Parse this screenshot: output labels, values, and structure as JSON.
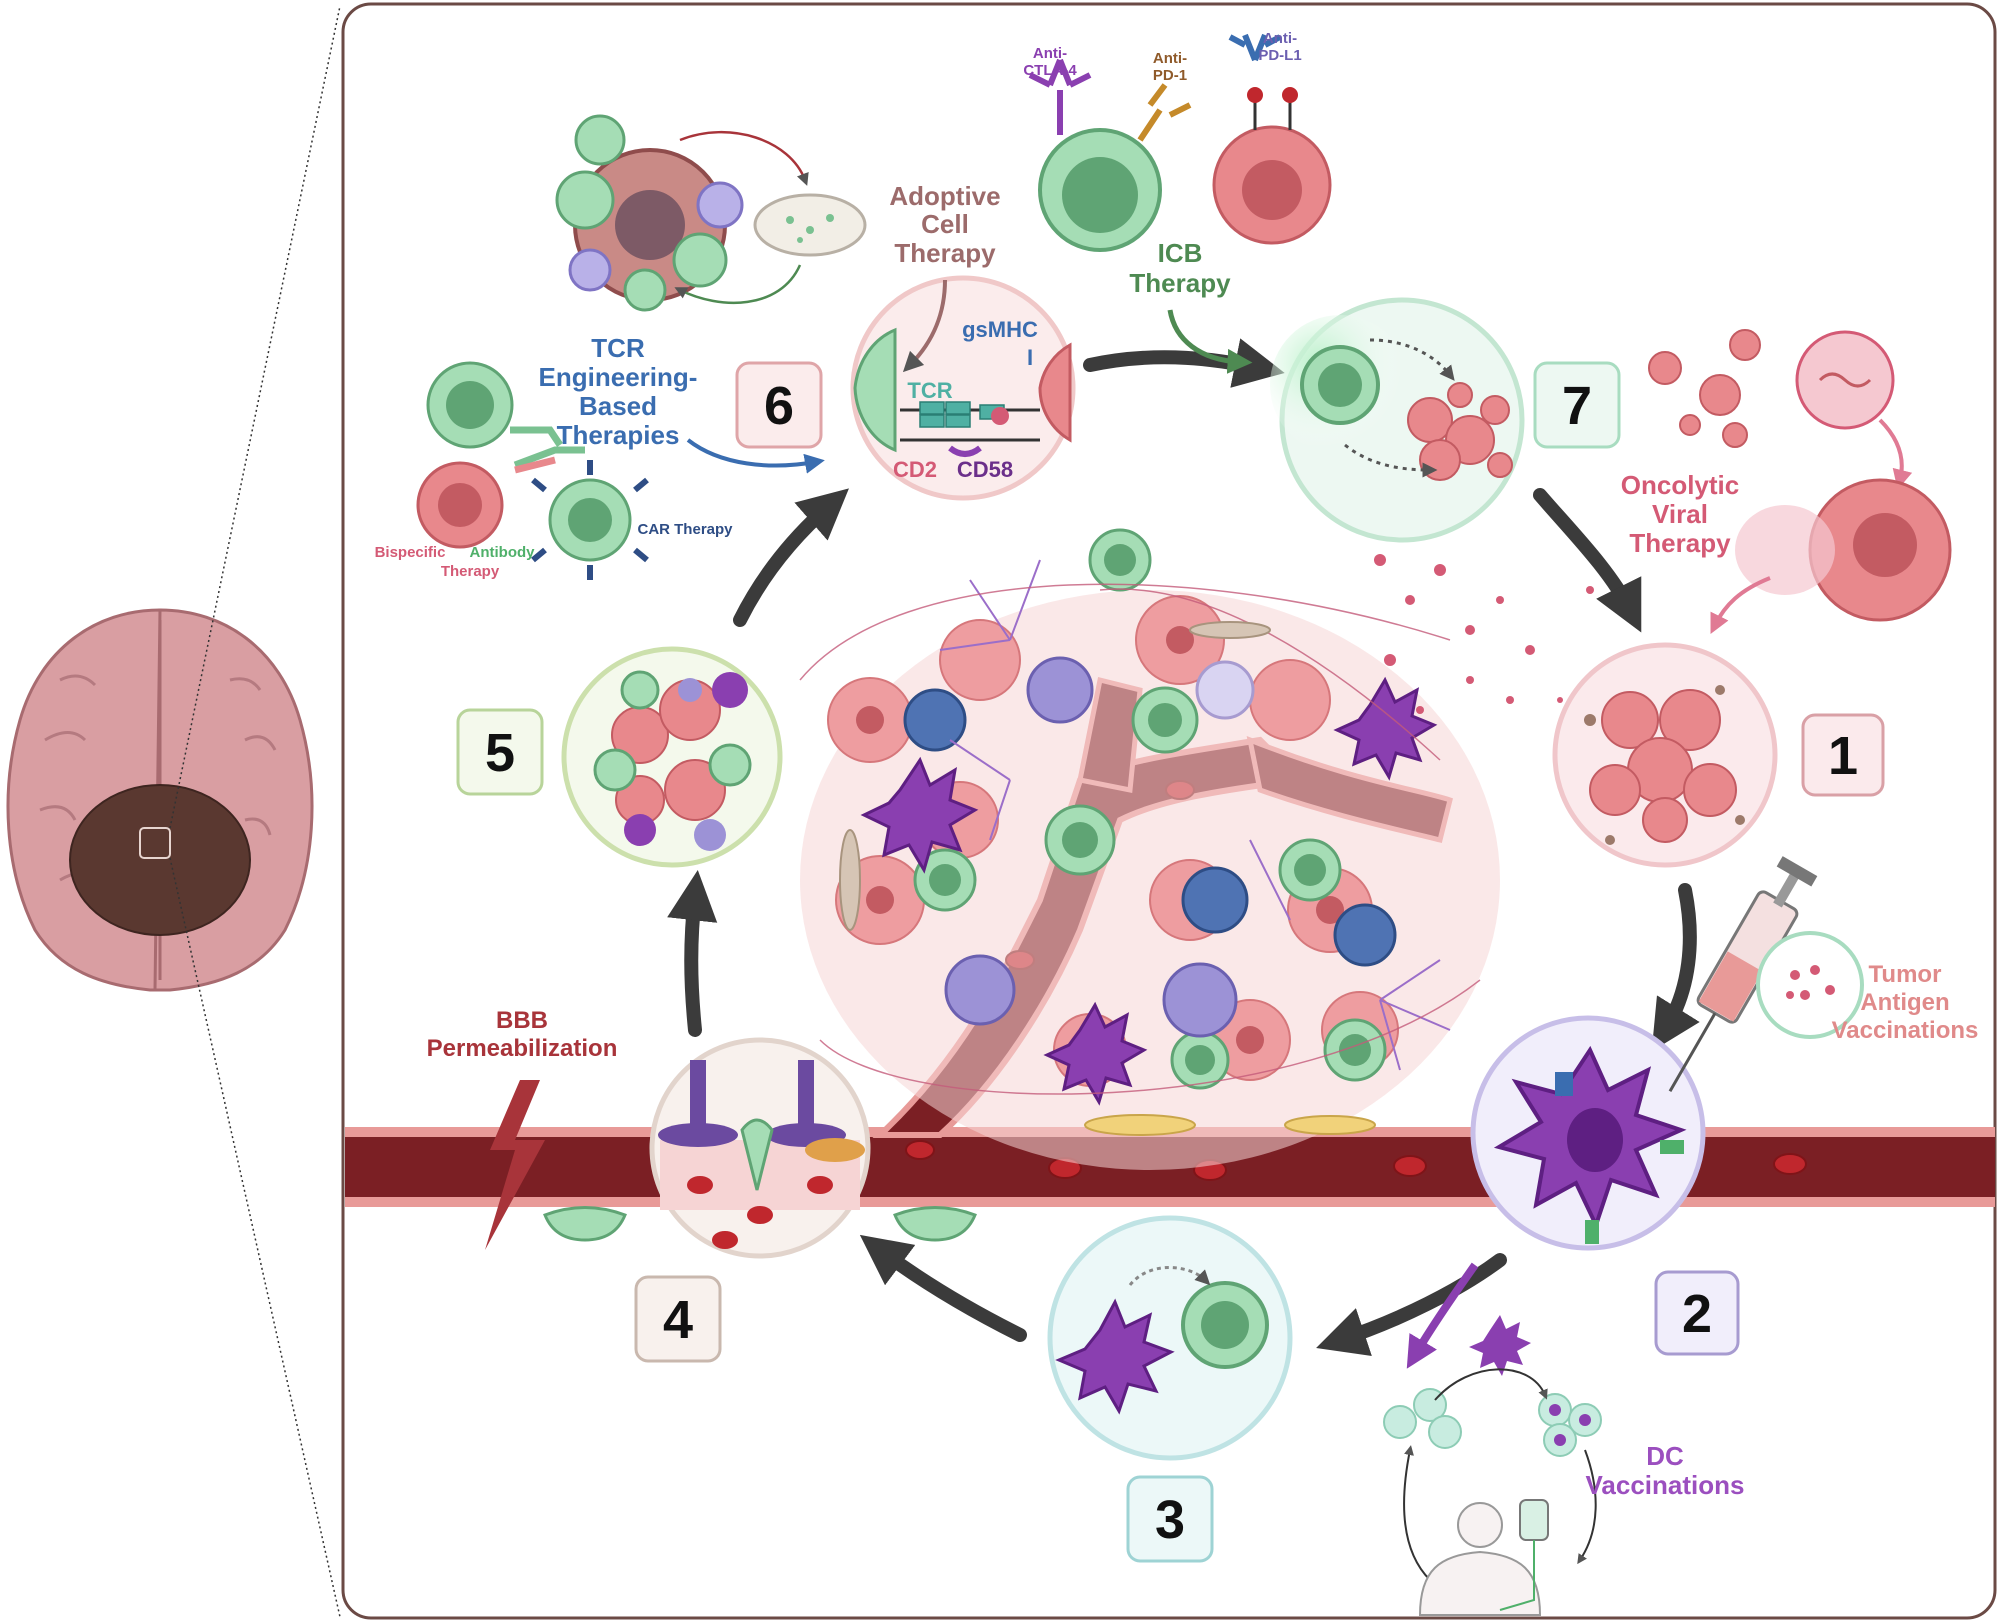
{
  "colors": {
    "vessel": "#7b1f24",
    "vessel_edge": "#e89a98",
    "frame": "#6b4a45",
    "brain": "#d99ea2",
    "tumor": "#5a3830",
    "arrow": "#3b3b3b",
    "tcell": "#8fd1a3",
    "dc": "#8a3fb0",
    "tumor_cell": "#e8888c",
    "adoptive": "#9c6b6b",
    "icb": "#4e8a52",
    "tcr": "#3a6db0",
    "oncolytic": "#d45a75",
    "bbb": "#a8343a",
    "dc_vax": "#9b4fbf",
    "tumor_vax": "#e08a8a"
  },
  "steps": [
    {
      "number": "1",
      "color": "#d9a0a6",
      "fill": "#fbeaec"
    },
    {
      "number": "2",
      "color": "#a79bd0",
      "fill": "#f1eefb"
    },
    {
      "number": "3",
      "color": "#9ed3d4",
      "fill": "#ecf8f8"
    },
    {
      "number": "4",
      "color": "#c9b8ae",
      "fill": "#f8f1ed"
    },
    {
      "number": "5",
      "color": "#b8d49a",
      "fill": "#f4f9ec"
    },
    {
      "number": "6",
      "color": "#dfa5a8",
      "fill": "#fbecec"
    },
    {
      "number": "7",
      "color": "#a8dcc0",
      "fill": "#edf8f2"
    }
  ],
  "therapies": {
    "adoptive": [
      "Adoptive",
      "Cell",
      "Therapy"
    ],
    "icb": [
      "ICB",
      "Therapy"
    ],
    "tcr": [
      "TCR",
      "Engineering-",
      "Based",
      "Therapies"
    ],
    "oncolytic": [
      "Oncolytic",
      "Viral",
      "Therapy"
    ],
    "tumor_vax": [
      "Tumor",
      "Antigen",
      "Vaccinations"
    ],
    "dc_vax": [
      "DC",
      "Vaccinations"
    ],
    "bbb": [
      "BBB",
      "Permeabilization"
    ],
    "car": "CAR Therapy",
    "bispecific_a": "Bispecific",
    "bispecific_b": "Antibody",
    "bispecific_c": "Therapy"
  },
  "antibodies": {
    "ctla4": [
      "Anti-",
      "CTLA-4"
    ],
    "pd1": [
      "Anti-",
      "PD-1"
    ],
    "pdl1": [
      "Anti-",
      "PD-L1"
    ]
  },
  "synapse": {
    "tcr": "TCR",
    "gsmhc_a": "gsMHC",
    "gsmhc_b": "I",
    "cd2": "CD2",
    "cd58": "CD58"
  }
}
